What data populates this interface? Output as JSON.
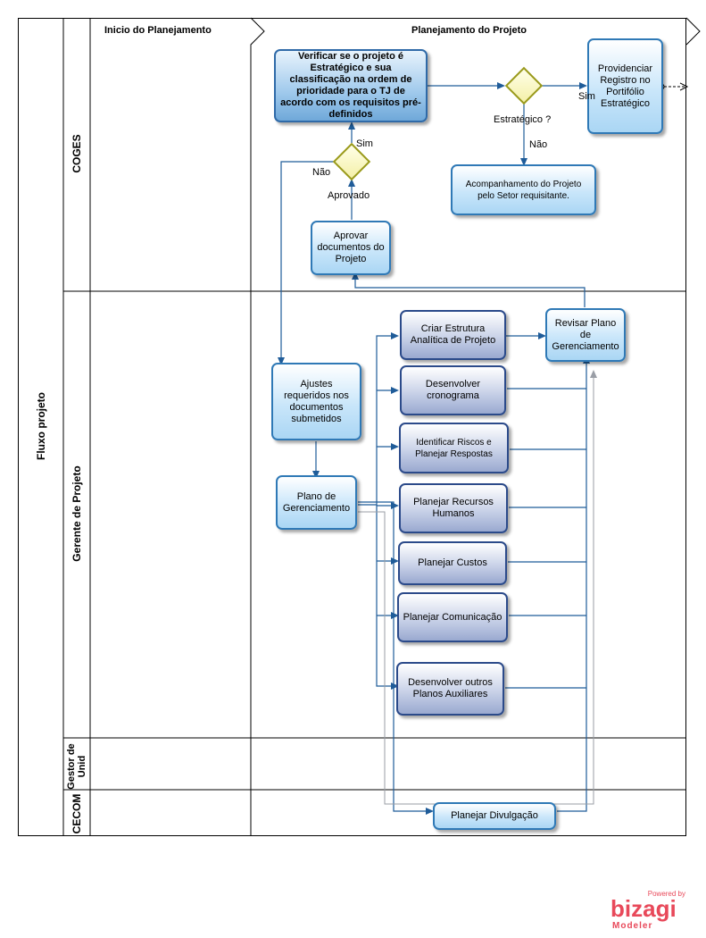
{
  "pool": {
    "title": "Fluxo projeto"
  },
  "lanes": {
    "coges": "COGES",
    "gerente": "Gerente  de Projeto",
    "gestor": "Gestor de Unid",
    "cecom": "CECOM"
  },
  "phases": {
    "inicio": "Inicio do Planejamento",
    "planejamento": "Planejamento do Projeto"
  },
  "tasks": {
    "verificar": "Verificar se o projeto é Estratégico e sua classificação na ordem de  prioridade para o TJ de acordo com os requisitos pré-definidos",
    "providenciar": "Providenciar Registro no Portifólio Estratégico",
    "acompanhamento": "Acompanhamento do Projeto pelo Setor requisitante.",
    "aprovar": "Aprovar documentos do Projeto",
    "ajustes": "Ajustes requeridos nos documentos submetidos",
    "plano": "Plano de Gerenciamento",
    "eap": "Criar Estrutura Analítica de Projeto",
    "revisar": "Revisar Plano de Gerenciamento",
    "cronograma": "Desenvolver cronograma",
    "riscos": "Identificar Riscos e Planejar Respostas",
    "rh": "Planejar Recursos Humanos",
    "custos": "Planejar  Custos",
    "comunicacao": "Planejar Comunicação",
    "outros": "Desenvolver outros Planos Auxiliares",
    "divulgacao": "Planejar Divulgação"
  },
  "labels": {
    "sim_top": "Sim",
    "nao_left": "Não",
    "aprovado": "Aprovado",
    "estrategico": "Estratégico ?",
    "nao_down": "Não",
    "sim_right": "Sim"
  },
  "logo": {
    "powered": "Powered by",
    "brand": "bizagi",
    "product": "Modeler"
  },
  "colors": {
    "flow": "#1f5c99",
    "gateway_border": "#9a9a1a",
    "logo": "#e8495a"
  }
}
